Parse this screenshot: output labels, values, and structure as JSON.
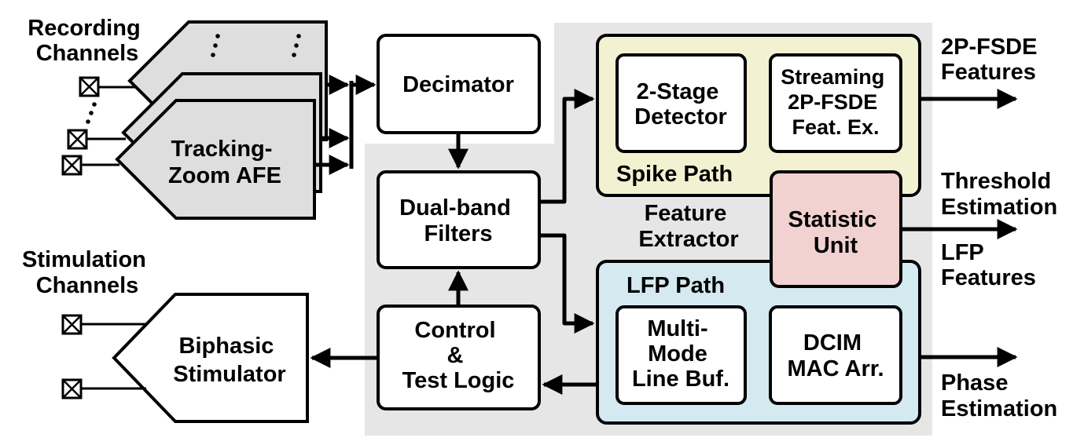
{
  "labels": {
    "recording_channels": [
      "Recording",
      "Channels"
    ],
    "stimulation_channels": [
      "Stimulation",
      "Channels"
    ],
    "afe": [
      "Tracking-",
      "Zoom AFE"
    ],
    "stimulator": [
      "Biphasic",
      "Stimulator"
    ],
    "decimator": "Decimator",
    "filters": [
      "Dual-band",
      "Filters"
    ],
    "control": [
      "Control",
      "&",
      "Test Logic"
    ],
    "feature_extractor": [
      "Feature",
      "Extractor"
    ],
    "spike_path": "Spike Path",
    "detector": [
      "2-Stage",
      "Detector"
    ],
    "streaming": [
      "Streaming",
      "2P-FSDE",
      "Feat. Ex."
    ],
    "statistic": [
      "Statistic",
      "Unit"
    ],
    "lfp_path": "LFP Path",
    "line_buf": [
      "Multi-",
      "Mode",
      "Line Buf."
    ],
    "dcim": [
      "DCIM",
      "MAC Arr."
    ]
  },
  "outputs": {
    "fsde": [
      "2P-FSDE",
      "Features"
    ],
    "threshold": [
      "Threshold",
      "Estimation"
    ],
    "lfp": [
      "LFP",
      "Features"
    ],
    "phase": [
      "Phase",
      "Estimation"
    ]
  },
  "colors": {
    "fe_region": "#e6e6e6",
    "spike_path": "#f2f2d2",
    "lfp_path": "#d5e9f1",
    "statistic": "#f1d2d1",
    "afe": "#dedede"
  }
}
